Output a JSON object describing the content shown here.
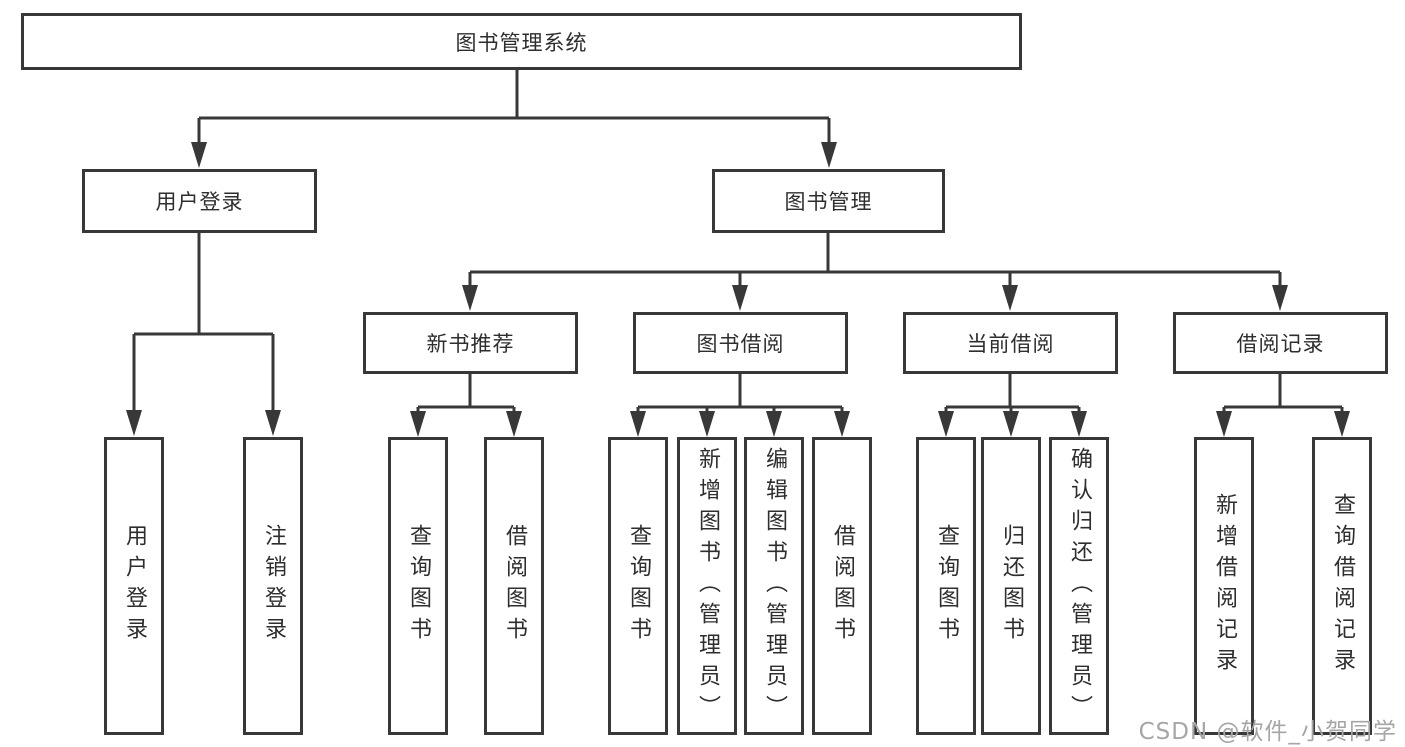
{
  "diagram": {
    "title": "图书管理系统",
    "root": {
      "label": "图书管理系统"
    },
    "branches": [
      {
        "label": "用户登录",
        "children": [
          "用户登录",
          "注销登录"
        ]
      },
      {
        "label": "图书管理",
        "children": [
          {
            "label": "新书推荐",
            "children": [
              "查询图书",
              "借阅图书"
            ]
          },
          {
            "label": "图书借阅",
            "children": [
              "查询图书",
              "新增图书（管理员）",
              "编辑图书（管理员）",
              "借阅图书"
            ]
          },
          {
            "label": "当前借阅",
            "children": [
              "查询图书",
              "归还图书",
              "确认归还（管理员）"
            ]
          },
          {
            "label": "借阅记录",
            "children": [
              "新增借阅记录",
              "查询借阅记录"
            ]
          }
        ]
      }
    ],
    "colors": {
      "line": "#383838",
      "text": "#2e2e2e",
      "background": "#ffffff",
      "watermark": "#a6a6a6"
    }
  },
  "watermark": {
    "text": "CSDN @软件_小贺同学"
  }
}
